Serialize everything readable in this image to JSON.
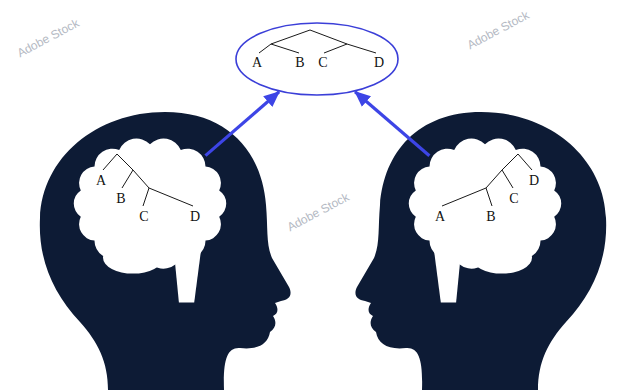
{
  "diagram": {
    "nodes": [
      {
        "text": [
          "A",
          "B",
          "C",
          "D"
        ]
      },
      {
        "text": [
          "A",
          "B",
          "C",
          "D"
        ]
      },
      {
        "text": [
          "A",
          "B",
          "C",
          "D"
        ]
      }
    ],
    "edges": [
      {
        "from": 1,
        "to": 0,
        "arrow": "to"
      },
      {
        "from": 2,
        "to": 0,
        "arrow": "to"
      }
    ],
    "labels": [
      "Adobe Stock",
      "Adobe Stock",
      "Adobe Stock"
    ]
  }
}
